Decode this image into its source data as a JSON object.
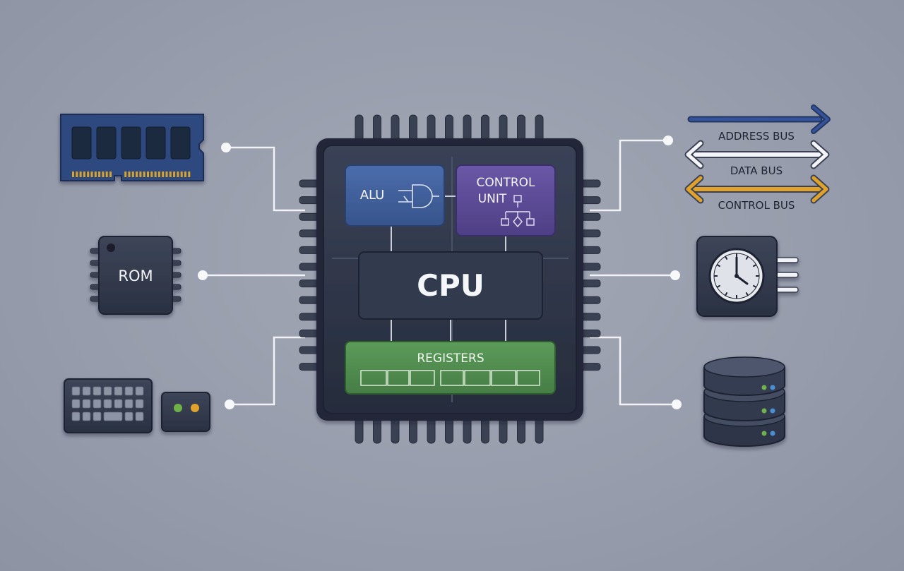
{
  "cpu": {
    "label": "CPU",
    "alu_label": "ALU",
    "control_unit_label_line1": "CONTROL",
    "control_unit_label_line2": "UNIT",
    "registers_label": "REGISTERS"
  },
  "rom": {
    "label": "ROM"
  },
  "buses": [
    {
      "label": "ADDRESS BUS",
      "color": "#2f4f8f"
    },
    {
      "label": "DATA BUS",
      "color": "#f4f5f8"
    },
    {
      "label": "CONTROL BUS",
      "color": "#e0a22a"
    }
  ],
  "colors": {
    "chip": "#2c3345",
    "chip_inner": "#363e52",
    "alu": "#3f5f9a",
    "control_unit": "#5b4a93",
    "registers": "#4f8a4f",
    "pins": "#3a4152",
    "wires": "#f2f3f6"
  },
  "icons": {
    "ram": "ram-module-icon",
    "rom": "rom-chip-icon",
    "keyboard": "keyboard-icon",
    "io_device": "io-device-icon",
    "clock": "clock-icon",
    "storage": "database-storage-icon",
    "alu_symbol": "logic-gate-icon",
    "control_symbol": "flowchart-icon"
  }
}
